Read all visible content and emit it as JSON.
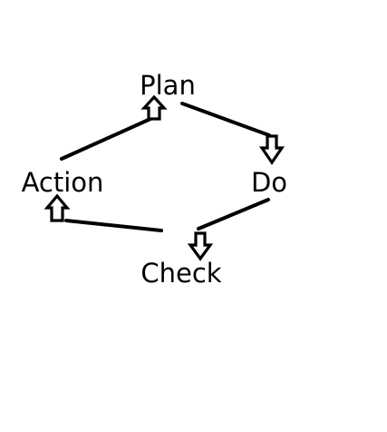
{
  "diagram": {
    "type": "cycle",
    "nodes": {
      "plan": {
        "label": "Plan"
      },
      "do": {
        "label": "Do"
      },
      "check": {
        "label": "Check"
      },
      "action": {
        "label": "Action"
      }
    },
    "edges": [
      {
        "from": "plan",
        "to": "do"
      },
      {
        "from": "do",
        "to": "check"
      },
      {
        "from": "check",
        "to": "action"
      },
      {
        "from": "action",
        "to": "plan"
      }
    ],
    "colors": {
      "ink": "#000000",
      "background": "#ffffff"
    }
  }
}
